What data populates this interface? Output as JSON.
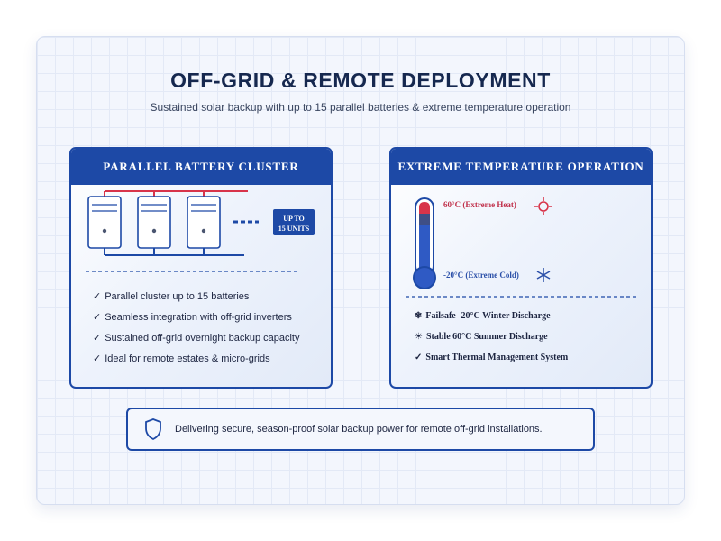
{
  "header": {
    "title": "OFF-GRID & REMOTE DEPLOYMENT",
    "subtitle": "Sustained solar backup with up to 15 parallel batteries & extreme temperature operation"
  },
  "battery_card": {
    "title": "PARALLEL BATTERY CLUSTER",
    "badge_line1": "UP TO",
    "badge_line2": "15 UNITS",
    "features": [
      "Parallel cluster up to 15 batteries",
      "Seamless integration with off-grid inverters",
      "Sustained off-grid overnight backup capacity",
      "Ideal for remote estates & micro-grids"
    ],
    "check_mark": "✓"
  },
  "temperature_card": {
    "title": "EXTREME TEMPERATURE OPERATION",
    "hot_label": "60°C (Extreme Heat)",
    "cold_label": "-20°C (Extreme Cold)",
    "features": [
      {
        "icon": "❄",
        "icon_name": "snowflake-icon",
        "text": "Failsafe -20°C Winter Discharge"
      },
      {
        "icon": "☀",
        "icon_name": "sun-icon",
        "text": "Stable 60°C Summer Discharge"
      },
      {
        "icon": "✓",
        "icon_name": "check-icon",
        "text": "Smart Thermal Management System"
      }
    ]
  },
  "footer": {
    "text": "Delivering secure, season-proof solar backup power for remote off-grid installations."
  },
  "colors": {
    "primary": "#1d49a6",
    "title": "#16284f",
    "hot": "#c0304a",
    "cold": "#2a4fa8",
    "background": "#f3f6fd"
  }
}
